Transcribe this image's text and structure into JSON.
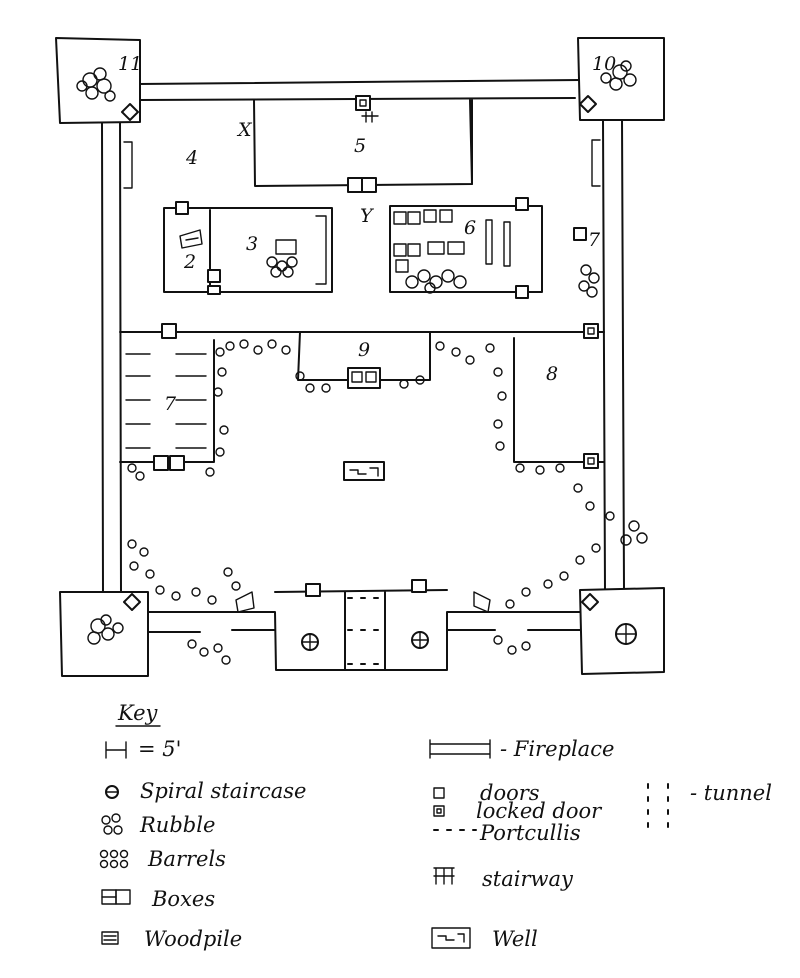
{
  "map": {
    "room_labels": [
      {
        "id": "r2",
        "text": "2"
      },
      {
        "id": "r3",
        "text": "3"
      },
      {
        "id": "r4",
        "text": "4"
      },
      {
        "id": "r5",
        "text": "5"
      },
      {
        "id": "r6",
        "text": "6"
      },
      {
        "id": "r7a",
        "text": "7"
      },
      {
        "id": "r7b",
        "text": "7"
      },
      {
        "id": "r8",
        "text": "8"
      },
      {
        "id": "r9",
        "text": "9"
      },
      {
        "id": "r10",
        "text": "10"
      },
      {
        "id": "r11",
        "text": "11"
      }
    ],
    "markers": {
      "x": "X",
      "y": "Y"
    }
  },
  "key": {
    "title": "Key",
    "scale": "= 5'",
    "spiral_staircase": "Spiral staircase",
    "rubble": "Rubble",
    "barrels": "Barrels",
    "boxes": "Boxes",
    "woodpile": "Woodpile",
    "fireplace": "- Fireplace",
    "doors": "doors",
    "locked_door": "locked door",
    "portcullis": "Portcullis",
    "stairway": "stairway",
    "well": "Well",
    "tunnel": "- tunnel"
  }
}
